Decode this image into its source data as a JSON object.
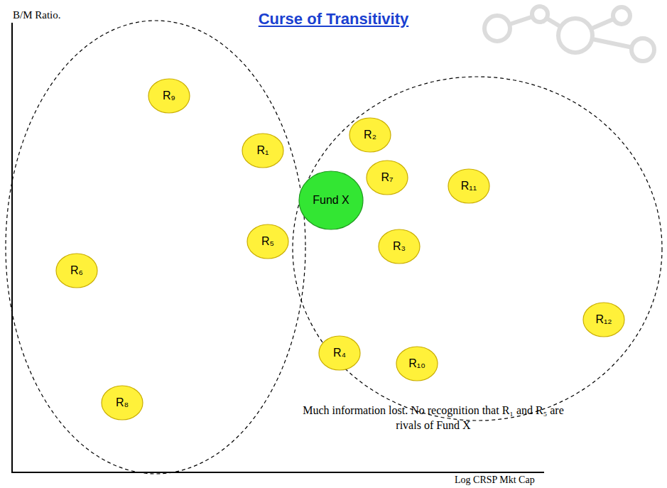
{
  "diagram": {
    "title": "Curse of Transitivity",
    "nodes": [
      {
        "text": [
          "R₉"
        ]
      },
      {
        "text": [
          "R₂"
        ]
      },
      {
        "text": [
          "R₁"
        ]
      },
      {
        "text": [
          "R₇"
        ]
      },
      {
        "text": [
          "R₁₁"
        ]
      },
      {
        "text": [
          "Fund X"
        ]
      },
      {
        "text": [
          "R₅"
        ]
      },
      {
        "text": [
          "R₃"
        ]
      },
      {
        "text": [
          "R₆"
        ]
      },
      {
        "text": [
          "R₁₂"
        ]
      },
      {
        "text": [
          "R₄"
        ]
      },
      {
        "text": [
          "R₁₀"
        ]
      },
      {
        "text": [
          "R₈"
        ]
      }
    ],
    "labels": [
      "B/M Ratio.",
      "Log CRSP Mkt Cap",
      "Much information lost. No recognition that R₁ and R₅ are rivals of Fund X"
    ]
  }
}
